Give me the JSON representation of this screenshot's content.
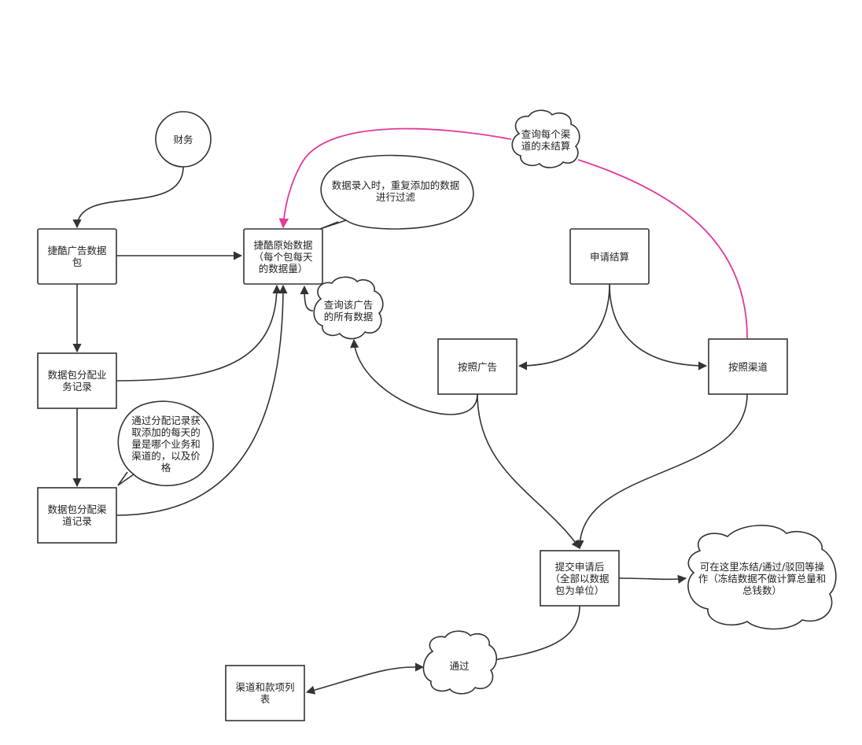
{
  "colors": {
    "stroke": "#333333",
    "highlight": "#e2399a",
    "text": "#222222",
    "fill": "#ffffff"
  },
  "nodes": {
    "finance": "财务",
    "ad_package": "捷酷广告数据\n包",
    "raw_data": "捷酷原始数据\n（每个包每天\n的数据量）",
    "biz_allocation": "数据包分配业\n务记录",
    "channel_allocation": "数据包分配渠\n道记录",
    "apply_settlement": "申请结算",
    "by_ad": "按照广告",
    "by_channel": "按照渠道",
    "submitted": "提交申请后\n（全部以数据\n包为单位）",
    "channel_payment_list": "渠道和款项列\n表"
  },
  "callouts": {
    "dedupe_note": "数据录入时，重复添加的数据\n进行过滤",
    "allocation_note": "通过分配记录获\n取添加的每天的\n量是哪个业务和\n渠道的，以及价\n格"
  },
  "clouds": {
    "query_channel_unsettled": "查询每个渠\n道的未结算",
    "query_ad_data": "查询该广告\n的所有数据",
    "freeze_ops": "可在这里冻结/通过/驳回等操\n作（冻结数据不做计算总量和\n总钱数）",
    "approved": "通过"
  }
}
